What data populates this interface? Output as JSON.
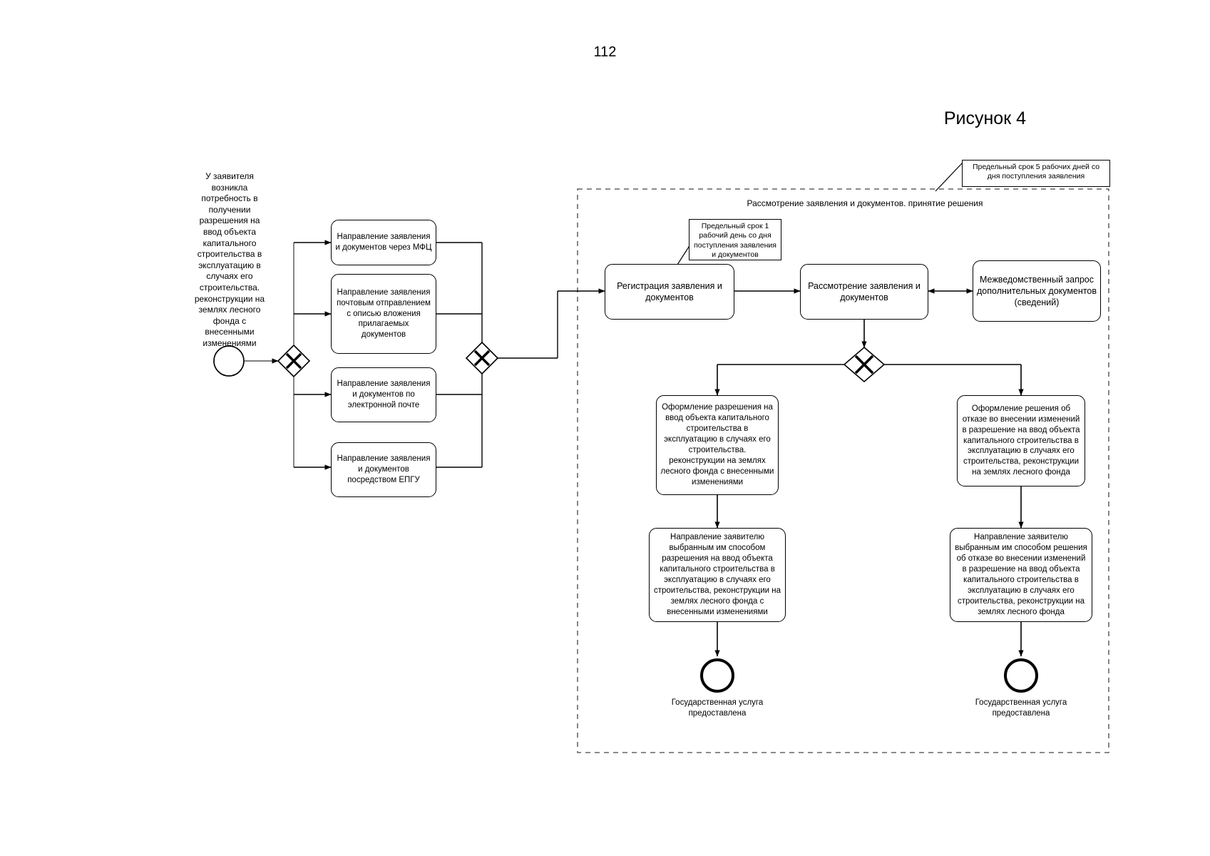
{
  "page": {
    "number": "112",
    "figure_title": "Рисунок 4"
  },
  "start": {
    "label": "У заявителя возникла потребность в получении разрешения на ввод объекта капитального строительства в эксплуатацию в случаях его строительства. реконструкции на землях лесного фонда с внесенными изменениями",
    "event_name": "start-event"
  },
  "gateways": {
    "split": "exclusive-gateway-split",
    "join": "exclusive-gateway-join",
    "decision": "exclusive-gateway-decision"
  },
  "channels": [
    {
      "label": "Направление заявления и документов через МФЦ"
    },
    {
      "label": "Направление заявления почтовым отправлением с описью вложения прилагаемых документов"
    },
    {
      "label": "Направление заявления и документов по электронной почте"
    },
    {
      "label": "Направление заявления и документов посредством ЕПГУ"
    }
  ],
  "lane": {
    "title": "Рассмотрение заявления и документов. принятие решения"
  },
  "annotations": [
    {
      "text": "Предельный срок 5 рабочих дней со дня поступления заявления"
    },
    {
      "text": "Предельный срок 1 рабочий день со дня поступления заявления и документов"
    }
  ],
  "tasks": {
    "registration": "Регистрация заявления и документов",
    "review": "Рассмотрение заявления и документов",
    "interagency": "Межведомственный запрос дополнительных документов (сведений)",
    "approve": "Оформление разрешения на ввод объекта капитального строительства в эксплуатацию в случаях его строительства. реконструкции на землях лесного фонда с внесенными изменениями",
    "refuse": "Оформление решения об отказе во внесении изменений в разрешение на ввод объекта капитального строительства в эксплуатацию в случаях его строительства, реконструкции на землях лесного фонда",
    "send_approve": "Направление заявителю выбранным им способом разрешения на ввод объекта капитального строительства в эксплуатацию в случаях его строительства, реконструкции на землях лесного фонда с внесенными изменениями",
    "send_refuse": "Направление заявителю выбранным им способом решения об отказе  во внесении изменений в разрешение на ввод объекта капитального строительства в эксплуатацию в случаях его строительства, реконструкции на землях лесного фонда"
  },
  "end_events": [
    {
      "label": "Государственная услуга предоставлена"
    },
    {
      "label": "Государственная услуга предоставлена"
    }
  ],
  "colors": {
    "stroke": "#000000",
    "background": "#ffffff"
  }
}
